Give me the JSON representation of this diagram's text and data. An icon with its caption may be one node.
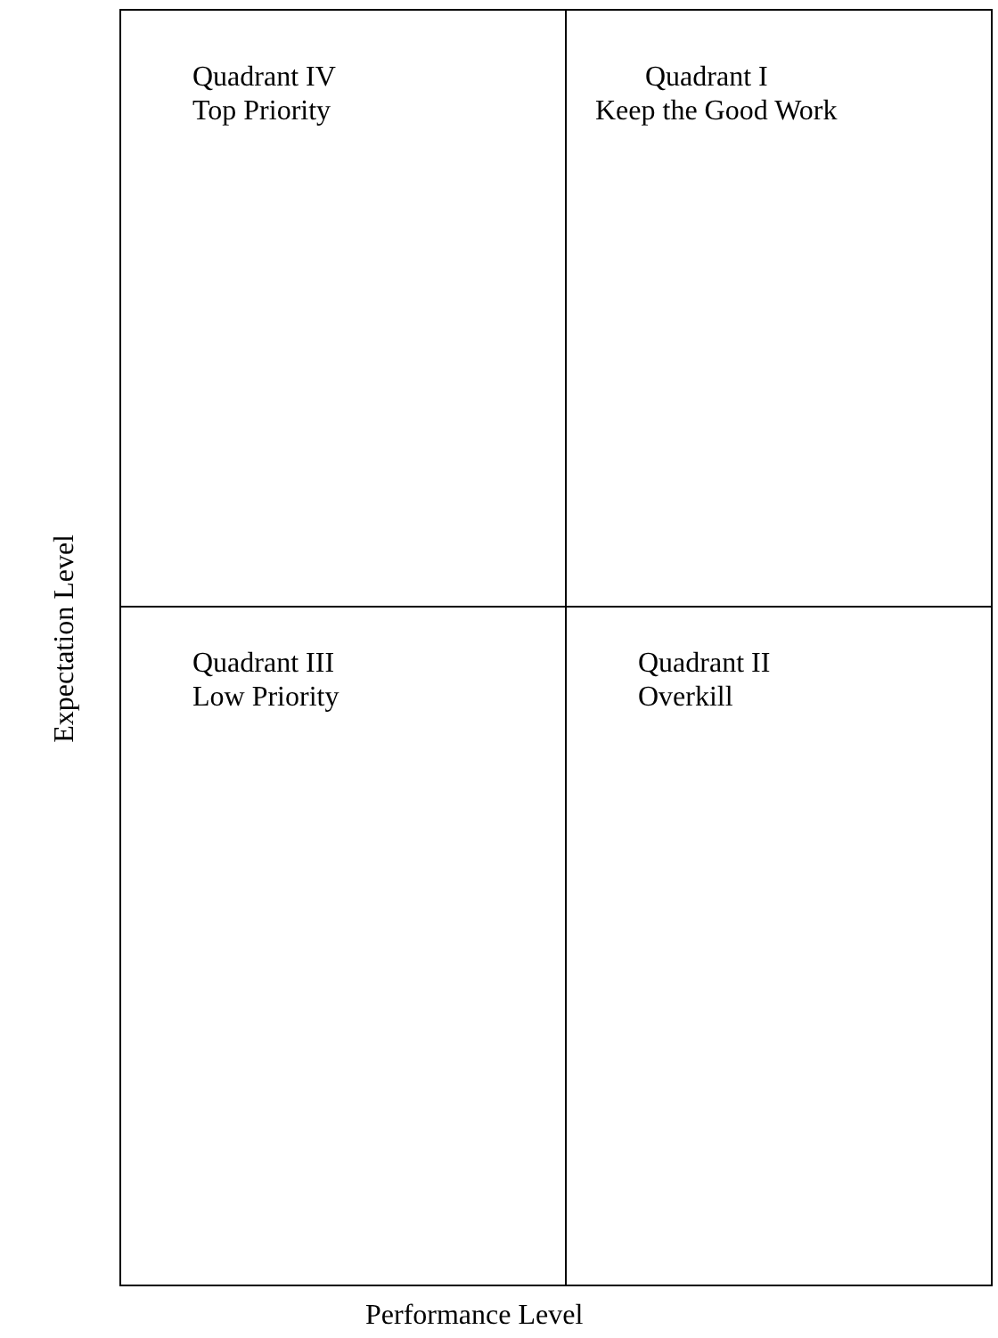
{
  "diagram": {
    "nodes": [
      {
        "text": [
          "Quadrant IV",
          "Top Priority"
        ]
      },
      {
        "text": [
          "Quadrant I",
          "Keep the Good Work"
        ]
      },
      {
        "text": [
          "Quadrant III",
          "Low Priority"
        ]
      },
      {
        "text": [
          "Quadrant II",
          "Overkill"
        ]
      }
    ],
    "labels": [
      "Expectation Level",
      "Performance Level"
    ]
  }
}
